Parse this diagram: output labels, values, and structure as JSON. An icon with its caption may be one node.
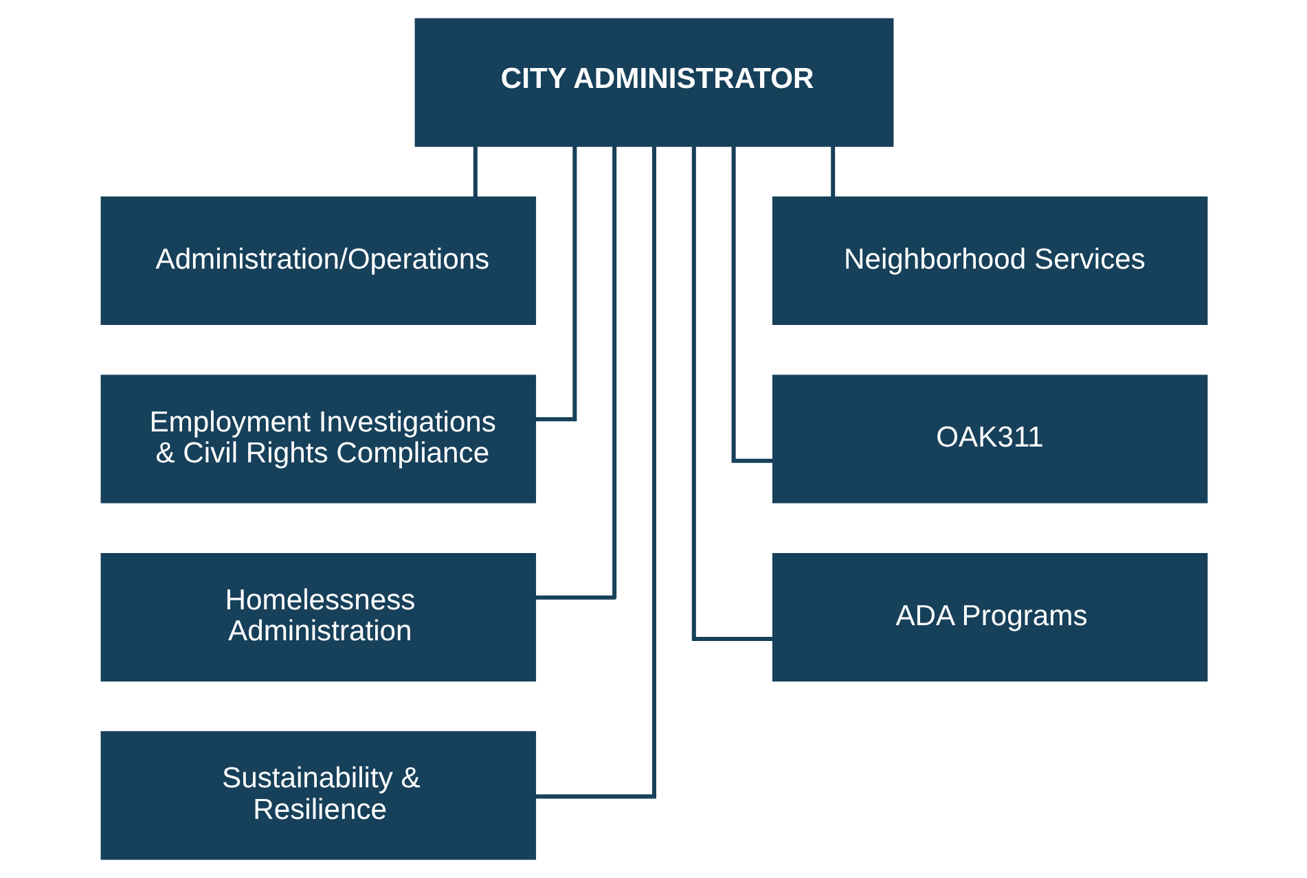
{
  "diagram": {
    "nodes": [
      {
        "text": [
          "CITY ADMINISTRATOR"
        ]
      },
      {
        "text": [
          "Administration/Operations"
        ]
      },
      {
        "text": [
          "Neighborhood Services"
        ]
      },
      {
        "text": [
          "Employment Investigations & Civil Rights Compliance"
        ]
      },
      {
        "text": [
          "OAK311"
        ]
      },
      {
        "text": [
          "Homelessness Administration"
        ]
      },
      {
        "text": [
          "ADA Programs"
        ]
      },
      {
        "text": [
          "Sustainability & Resilience"
        ]
      }
    ],
    "edges": [
      {
        "from": 0,
        "to": 1,
        "arrow": "none"
      },
      {
        "from": 0,
        "to": 2,
        "arrow": "none"
      },
      {
        "from": 0,
        "to": 3,
        "arrow": "none"
      },
      {
        "from": 0,
        "to": 4,
        "arrow": "none"
      },
      {
        "from": 0,
        "to": 5,
        "arrow": "none"
      },
      {
        "from": 0,
        "to": 6,
        "arrow": "none"
      },
      {
        "from": 0,
        "to": 7,
        "arrow": "none"
      }
    ]
  }
}
